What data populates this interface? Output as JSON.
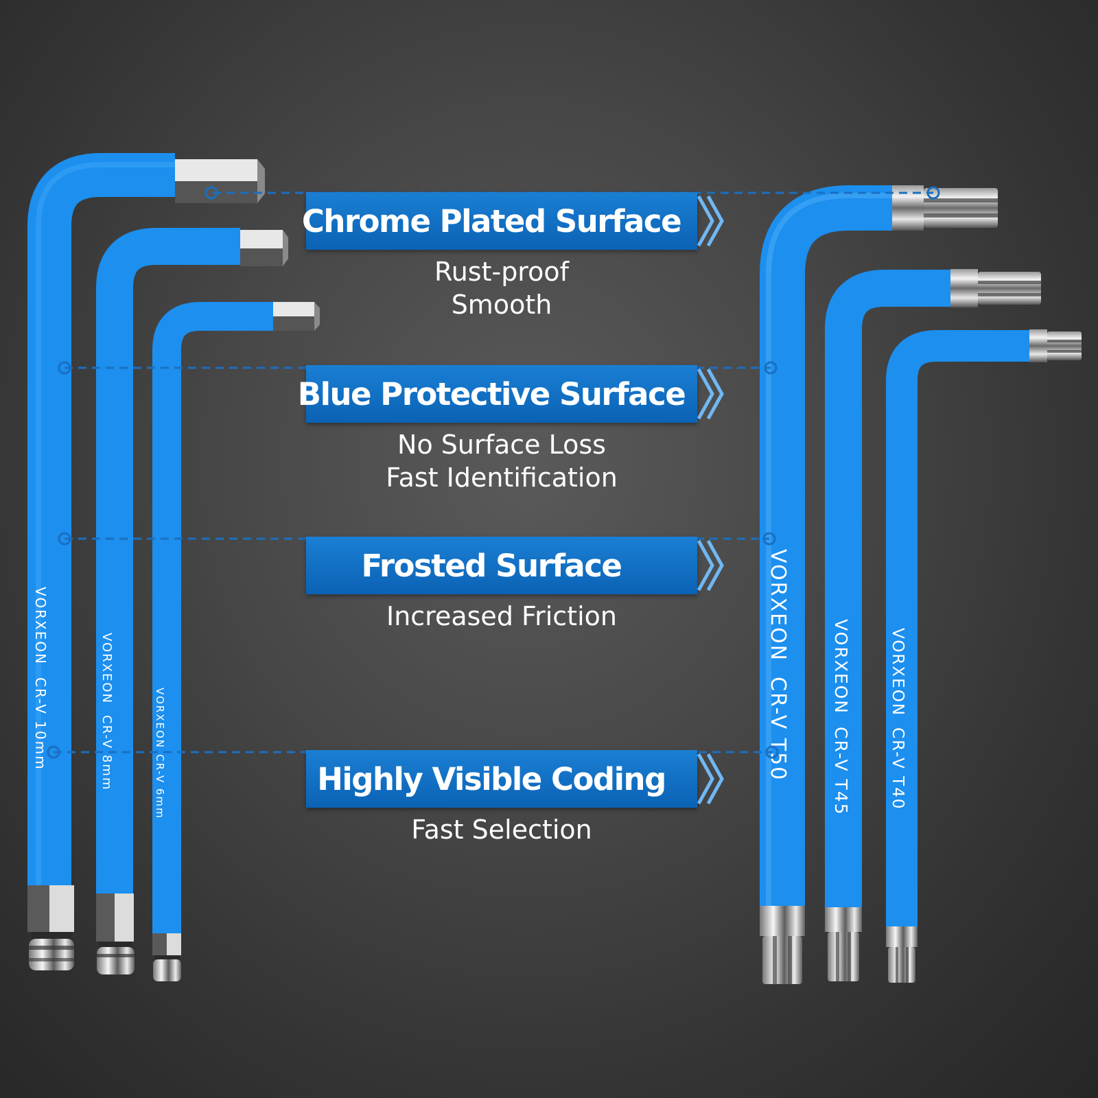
{
  "features": [
    {
      "title": "Chrome Plated Surface",
      "lines": [
        "Rust-proof",
        "Smooth"
      ]
    },
    {
      "title": "Blue Protective Surface",
      "lines": [
        "No Surface Loss",
        "Fast Identification"
      ]
    },
    {
      "title": "Frosted Surface",
      "lines": [
        "Increased Friction"
      ]
    },
    {
      "title": "Highly Visible Coding",
      "lines": [
        "Fast Selection"
      ]
    }
  ],
  "hex_keys": [
    {
      "brand": "VORXEON",
      "spec": "CR-V 10mm"
    },
    {
      "brand": "VORXEON",
      "spec": "CR-V 8mm"
    },
    {
      "brand": "VORXEON",
      "spec": "CR-V 6mm"
    }
  ],
  "torx_keys": [
    {
      "brand": "VORXEON",
      "spec": "CR-V T50"
    },
    {
      "brand": "VORXEON",
      "spec": "CR-V T45"
    },
    {
      "brand": "VORXEON",
      "spec": "CR-V T40"
    }
  ],
  "colors": {
    "tool_blue": "#1c8fef",
    "banner_blue": "#0b67b8",
    "chevron": "#6fb8f5",
    "leader": "#1b6fc0",
    "background": "#3f3f3f"
  }
}
